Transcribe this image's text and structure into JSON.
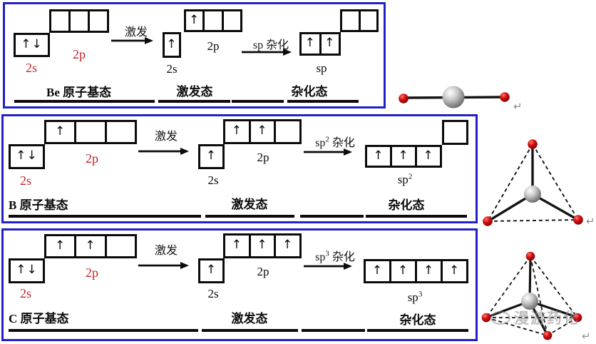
{
  "colors": {
    "panel_border": "#2121c8",
    "diagram_black": "#0b0b0b",
    "ground_label_red": "#c3242b",
    "atom_center_gray": "#9c9c9c",
    "atom_outer_red": "#c00d10"
  },
  "up": "↑",
  "updown": "↑↓",
  "return_mark": "↵",
  "watermark": "漫游药化",
  "molecules": [
    {
      "shape": "linear"
    },
    {
      "shape": "trigonal-planar"
    },
    {
      "shape": "tetrahedral"
    }
  ],
  "panels": [
    {
      "element_label": "Be 原子基态",
      "excited_title": "激发态",
      "hybrid_title": "杂化态",
      "arrow1": "激发",
      "arrow2_pre": "sp",
      "arrow2_sup": "",
      "arrow2_post": " 杂化",
      "ground": {
        "s_label": "2s",
        "p_label": "2p",
        "s_cells": [
          "↑↓"
        ],
        "p_cells": [
          "",
          "",
          ""
        ]
      },
      "excited": {
        "s_label": "2s",
        "p_label": "2p",
        "s_cells": [
          "↑"
        ],
        "p_cells": [
          "↑",
          "",
          ""
        ]
      },
      "hybrid": {
        "label_pre": "sp",
        "label_sup": "",
        "cells": [
          "↑",
          "↑"
        ],
        "p_cells": [
          "",
          ""
        ]
      }
    },
    {
      "element_label": "B 原子基态",
      "excited_title": "激发态",
      "hybrid_title": "杂化态",
      "arrow1": "激发",
      "arrow2_pre": "sp",
      "arrow2_sup": "2",
      "arrow2_post": " 杂化",
      "ground": {
        "s_label": "2s",
        "p_label": "2p",
        "s_cells": [
          "↑↓"
        ],
        "p_cells": [
          "↑",
          "",
          ""
        ]
      },
      "excited": {
        "s_label": "2s",
        "p_label": "2p",
        "s_cells": [
          "↑"
        ],
        "p_cells": [
          "↑",
          "↑",
          ""
        ]
      },
      "hybrid": {
        "label_pre": "sp",
        "label_sup": "2",
        "cells": [
          "↑",
          "↑",
          "↑"
        ],
        "p_cells": [
          ""
        ]
      }
    },
    {
      "element_label": "C 原子基态",
      "excited_title": "激发态",
      "hybrid_title": "杂化态",
      "arrow1": "激发",
      "arrow2_pre": "sp",
      "arrow2_sup": "3",
      "arrow2_post": " 杂化",
      "ground": {
        "s_label": "2s",
        "p_label": "2p",
        "s_cells": [
          "↑↓"
        ],
        "p_cells": [
          "↑",
          "↑",
          ""
        ]
      },
      "excited": {
        "s_label": "2s",
        "p_label": "2p",
        "s_cells": [
          "↑"
        ],
        "p_cells": [
          "↑",
          "↑",
          "↑"
        ]
      },
      "hybrid": {
        "label_pre": "sp",
        "label_sup": "3",
        "cells": [
          "↑",
          "↑",
          "↑",
          "↑"
        ],
        "p_cells": []
      }
    }
  ]
}
